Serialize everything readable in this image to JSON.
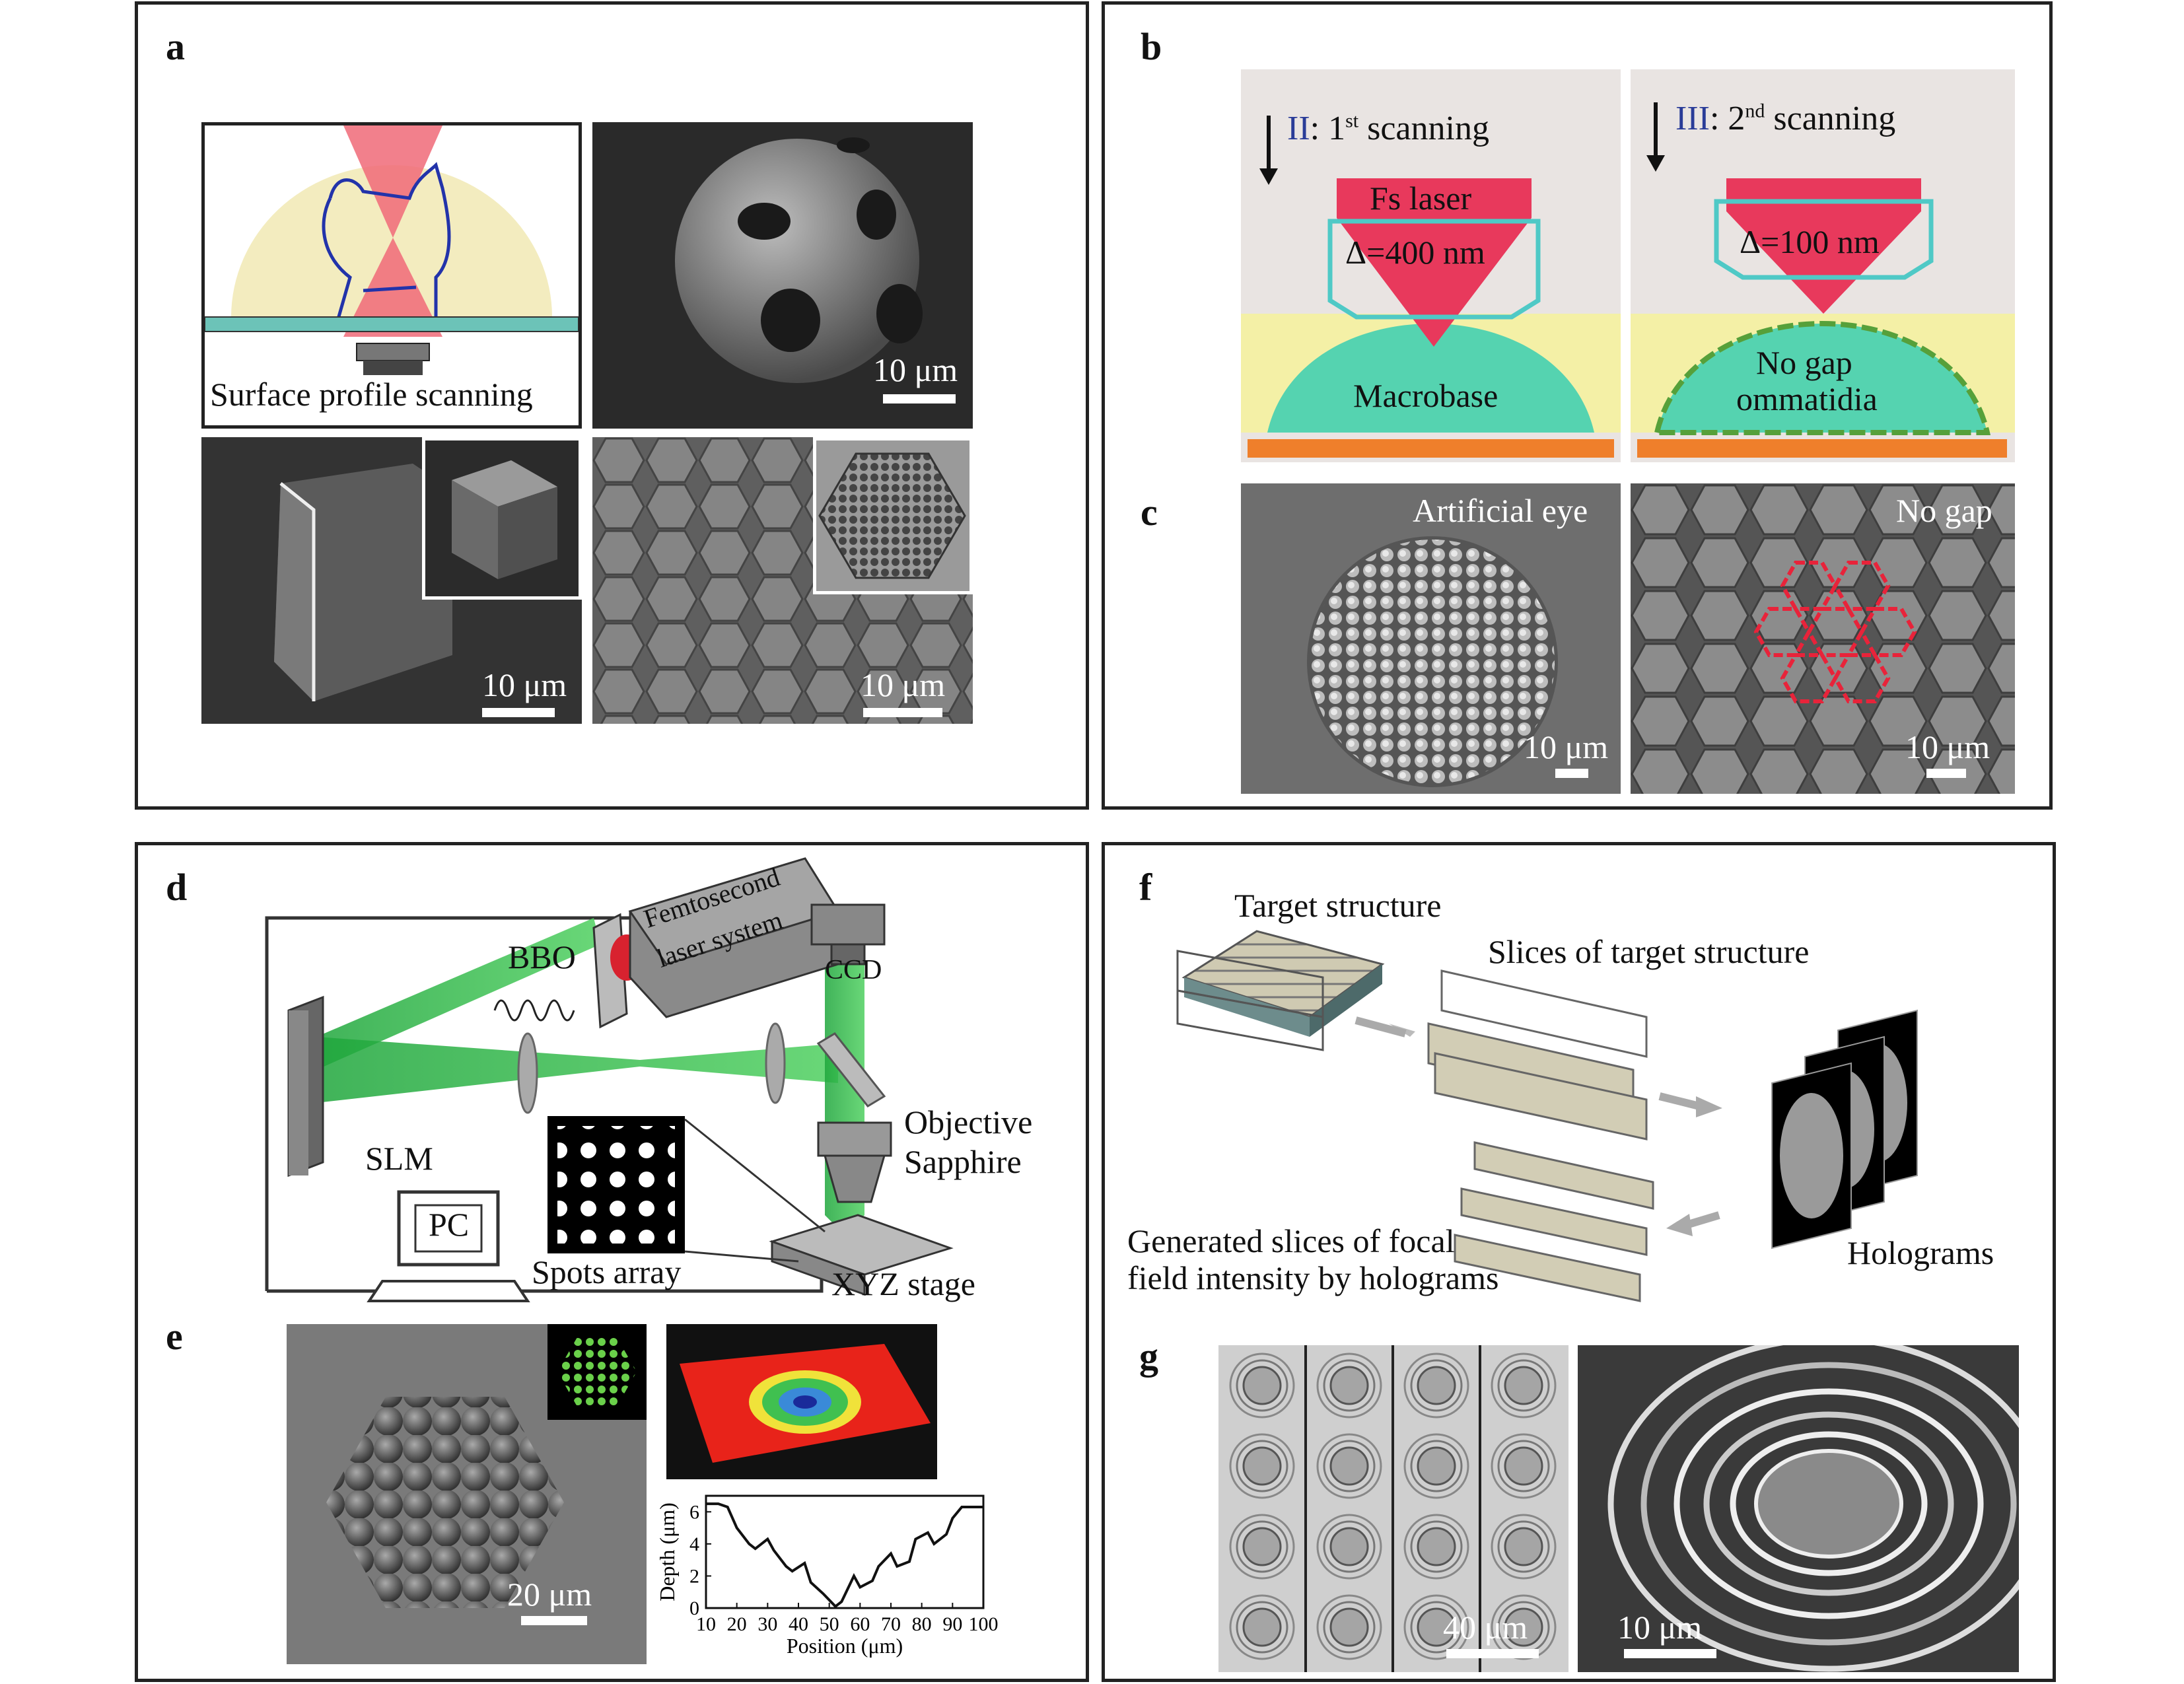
{
  "panel_labels": {
    "a": "a",
    "b": "b",
    "c": "c",
    "d": "d",
    "e": "e",
    "f": "f",
    "g": "g"
  },
  "panel_a": {
    "scan_label": "Surface profile scanning",
    "scale_1": "10 μm",
    "scale_2": "10 μm",
    "scale_3": "10 μm"
  },
  "panel_b": {
    "step1_prefix": "II",
    "step1_text": ": 1",
    "step1_sup": "st",
    "step1_suffix": " scanning",
    "step2_prefix": "III",
    "step2_text": ": 2",
    "step2_sup": "nd",
    "step2_suffix": " scanning",
    "laser": "Fs laser",
    "delta1": "Δ=400 nm",
    "delta2": "Δ=100 nm",
    "macrobase": "Macrobase",
    "nogap_line1": "No gap",
    "nogap_line2": "ommatidia"
  },
  "panel_c": {
    "title_left": "Artificial eye",
    "title_right": "No gap",
    "scale_left": "10 μm",
    "scale_right": "10 μm"
  },
  "panel_d": {
    "bbo": "BBO",
    "laser_line1": "Femtosecond",
    "laser_line2": "laser system",
    "ccd": "CCD",
    "slm": "SLM",
    "objective": "Objective",
    "sapphire": "Sapphire",
    "pc": "PC",
    "spots": "Spots array",
    "stage": "XYZ stage"
  },
  "panel_e": {
    "scale": "20 μm"
  },
  "chart_data": {
    "type": "line",
    "xlabel": "Position (μm)",
    "ylabel": "Depth (μm)",
    "xlim": [
      10,
      100
    ],
    "ylim": [
      0,
      7
    ],
    "xticks": [
      10,
      20,
      30,
      40,
      50,
      60,
      70,
      80,
      90,
      100
    ],
    "yticks": [
      0,
      2,
      4,
      6
    ],
    "x": [
      10,
      14,
      17,
      20,
      24,
      26,
      30,
      32,
      36,
      38,
      42,
      44,
      48,
      52,
      54,
      58,
      60,
      64,
      66,
      70,
      72,
      76,
      78,
      82,
      84,
      88,
      90,
      93,
      100
    ],
    "y": [
      6.5,
      6.5,
      6.3,
      5.0,
      4.0,
      3.7,
      4.3,
      3.6,
      2.6,
      2.3,
      2.8,
      1.6,
      0.9,
      0.1,
      0.4,
      2.0,
      1.3,
      1.7,
      2.6,
      3.4,
      2.6,
      2.9,
      4.3,
      4.7,
      4.0,
      4.6,
      5.6,
      6.3,
      6.3
    ]
  },
  "panel_f": {
    "target": "Target structure",
    "slices": "Slices of target structure",
    "holograms": "Holograms",
    "generated_line1": "Generated slices of focal",
    "generated_line2": "field intensity by holograms"
  },
  "panel_g": {
    "scale_left": "40 μm",
    "scale_right": "10 μm"
  }
}
